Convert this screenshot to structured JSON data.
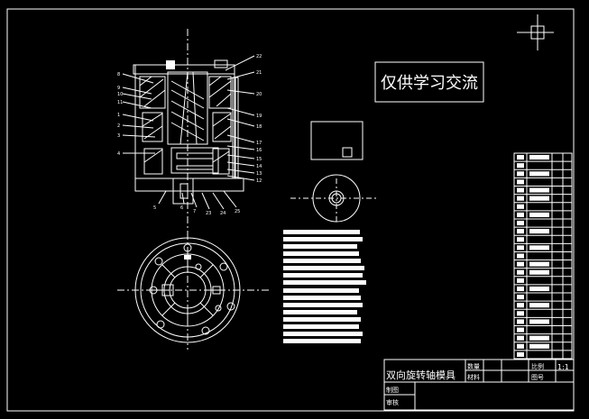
{
  "watermark": "仅供学习交流",
  "title_block": {
    "drawing_title": "双向旋转轴模具",
    "row_labels": [
      "制图",
      "审核"
    ],
    "mid_labels": [
      "数量",
      "材料"
    ],
    "right_labels": [
      "比例",
      "图号"
    ],
    "scale_value": "1:1"
  },
  "colors": {
    "background": "#000000",
    "lines": "#ffffff"
  }
}
